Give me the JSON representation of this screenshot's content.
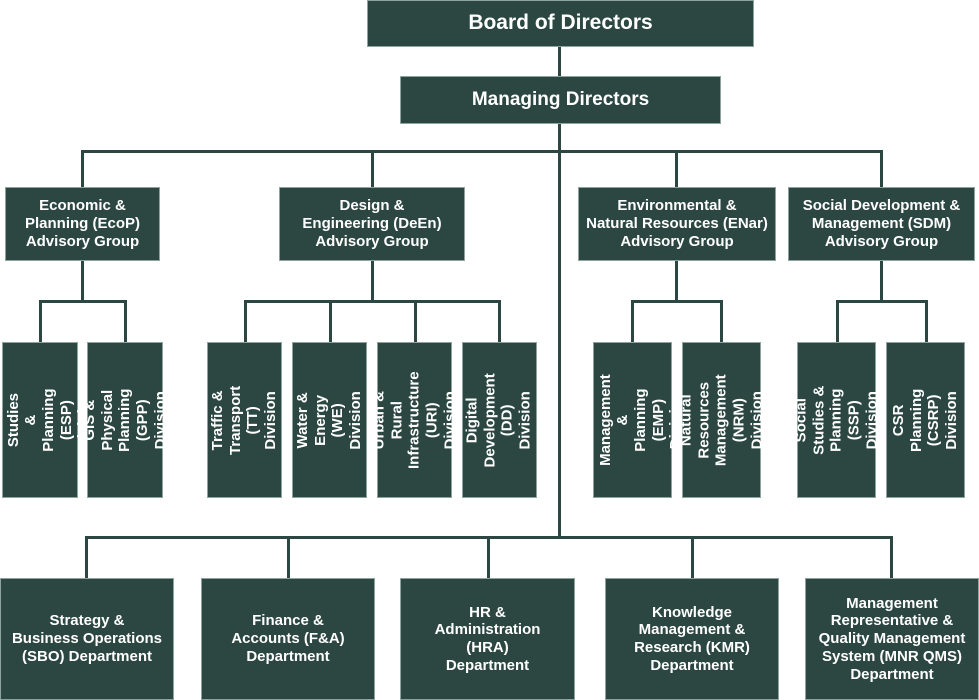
{
  "colors": {
    "box": "#2c4741",
    "line": "#2c4741",
    "text": "#ffffff",
    "background": "#ffffff"
  },
  "board": "Board of Directors",
  "managing": "Managing Directors",
  "groups": [
    {
      "label": "Economic &\nPlanning (EcoP)\nAdvisory Group",
      "divisions": [
        "Economic Studies\n& Planning (ESP)\nDivision",
        "GIS & Physical\nPlanning (GPP)\nDivision"
      ]
    },
    {
      "label": "Design &\nEngineering (DeEn)\nAdvisory Group",
      "divisions": [
        "Traffic & Transport\n(TT) Division",
        "Water & Energy\n(WE) Division",
        "Urban & Rural\nInfrastructure (URI)\nDivision",
        "Digital\nDevelopment (DD)\nDivision"
      ]
    },
    {
      "label": "Environmental &\nNatural Resources (ENar)\nAdvisory Group",
      "divisions": [
        "Environmental\nManagement &\nPlanning (EMP)\nDivision",
        "Natural Resources\nManagement\n(NRM) Division"
      ]
    },
    {
      "label": "Social Development &\nManagement (SDM)\nAdvisory Group",
      "divisions": [
        "Social Studies &\nPlanning (SSP)\nDivision",
        "CSR  Planning\n(CSRP) Division"
      ]
    }
  ],
  "departments": [
    "Strategy &\nBusiness Operations\n(SBO) Department",
    "Finance &\nAccounts (F&A)\nDepartment",
    "HR &\nAdministration\n(HRA)\nDepartment",
    "Knowledge\nManagement &\nResearch (KMR)\nDepartment",
    "Management\nRepresentative &\nQuality Management\nSystem (MNR QMS)\nDepartment"
  ]
}
